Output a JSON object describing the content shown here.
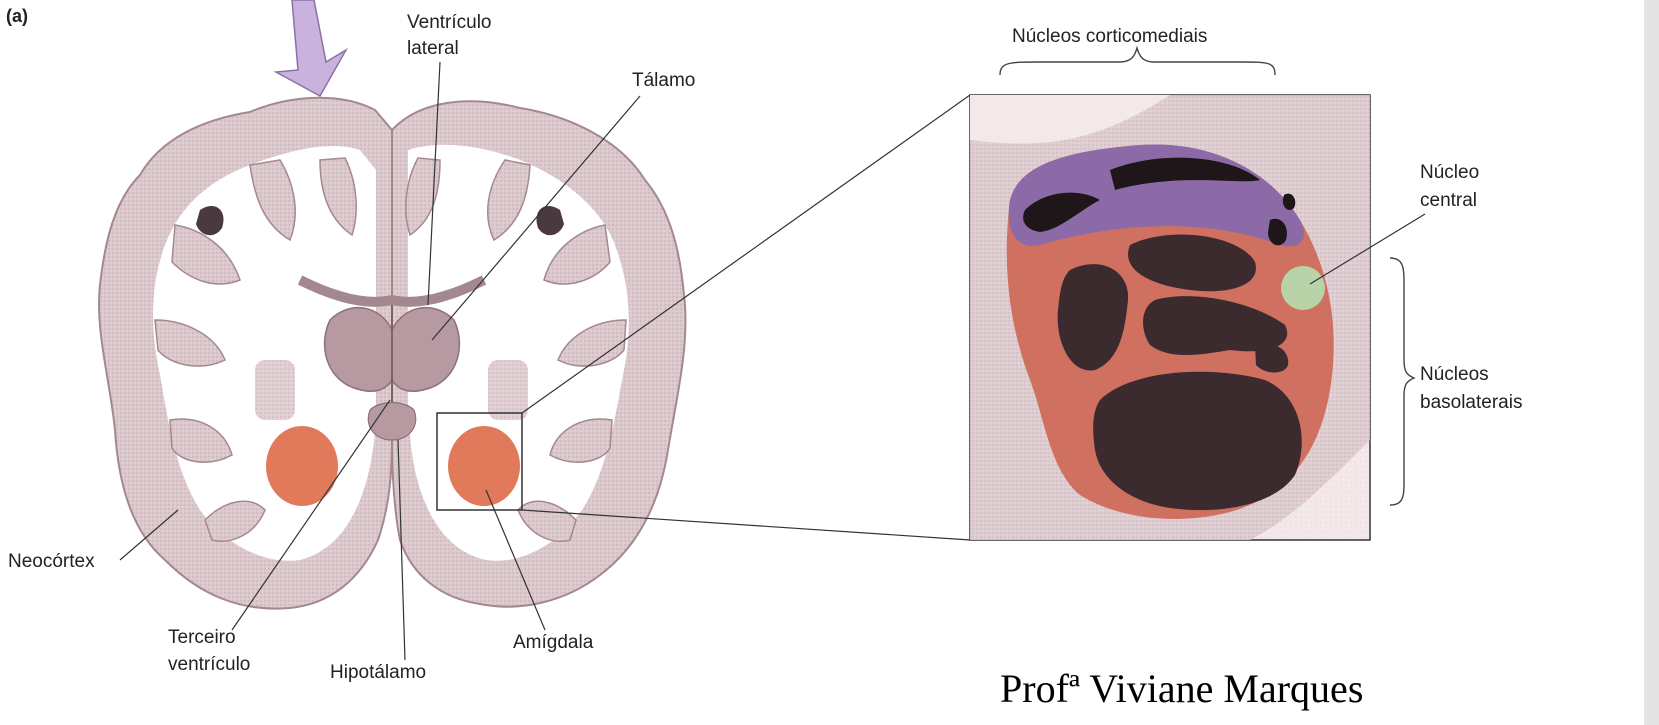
{
  "figure": {
    "panel_label": "(a)",
    "colors": {
      "cortex": "#d6c2c6",
      "cortex_dark": "#b89ca3",
      "white_matter": "#ffffff",
      "amygdala": "#e07a5a",
      "purple": "#8c6aa8",
      "salmon": "#cf7060",
      "dark_nucleus": "#3b2b2f",
      "central_nucleus": "#b9d3a8",
      "arrow": "#c9b2de"
    },
    "labels": {
      "lateral_ventricle": [
        "Ventrículo",
        "lateral"
      ],
      "thalamus": "Tálamo",
      "neocortex": "Neocórtex",
      "third_ventricle": [
        "Terceiro",
        "ventrículo"
      ],
      "hypothalamus": "Hipotálamo",
      "amygdala": "Amígdala",
      "corticomedial": "Núcleos corticomediais",
      "central_nucleus": [
        "Núcleo",
        "central"
      ],
      "basolateral": [
        "Núcleos",
        "basolaterais"
      ]
    }
  },
  "credit": "Profª Viviane Marques"
}
